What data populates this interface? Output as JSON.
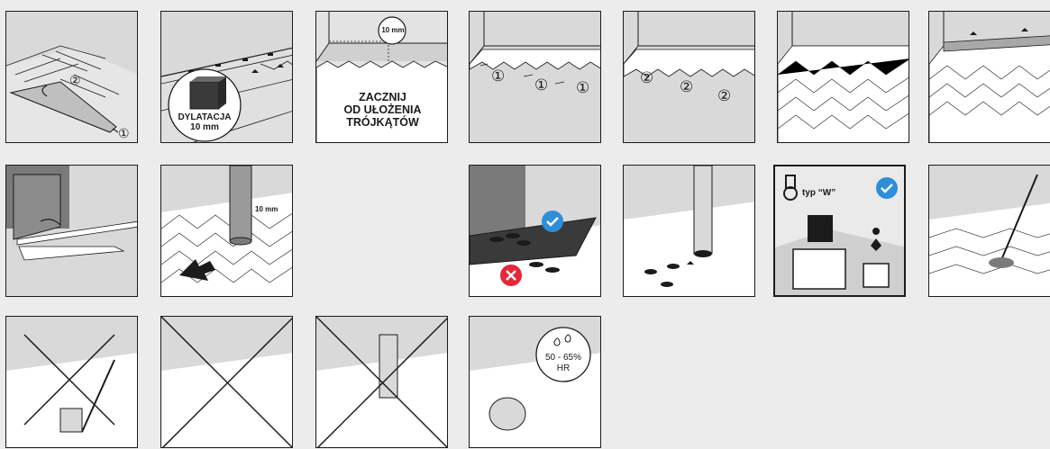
{
  "labels": {
    "dilatation": "DYLATACJA",
    "dilatation_gap": "10 mm",
    "gap_10mm": "10 mm",
    "start_line1": "ZACZNIJ",
    "start_line2": "OD UŁOŻENIA",
    "start_line3": "TRÓJKĄTÓW",
    "step1": "①",
    "step2": "②",
    "pipe_gap": "10 mm",
    "wheels_type": "typ “W”",
    "humidity_line1": "50 - 65%",
    "humidity_line2": "HR"
  },
  "colors": {
    "panel_bg": "#d9d9d9",
    "stroke": "#1b1b1b",
    "check_blue": "#2f8ed8",
    "cross_red": "#e5273a"
  },
  "icons": [
    "check-icon",
    "cross-icon",
    "droplets-icon",
    "arrow-icon"
  ]
}
